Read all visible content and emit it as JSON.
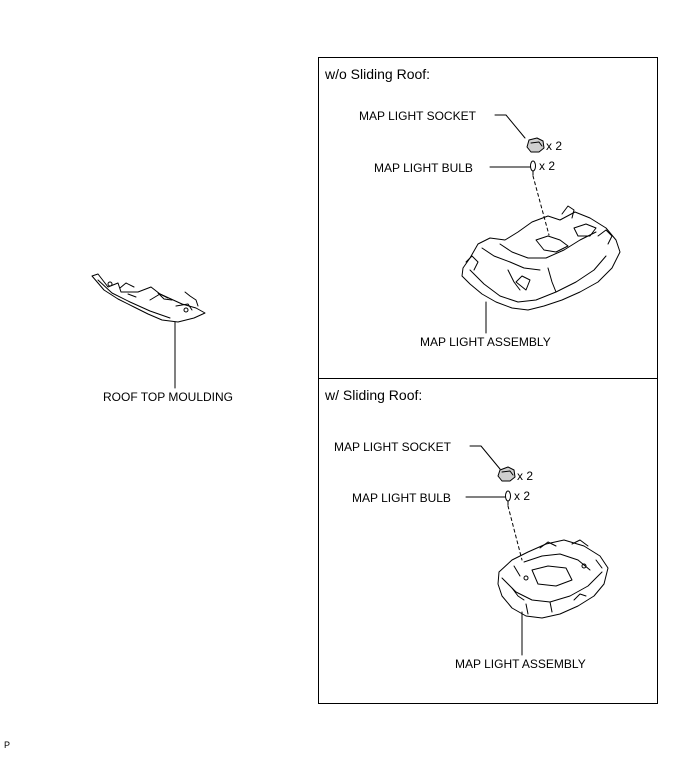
{
  "left": {
    "part_label": "ROOF TOP MOULDING"
  },
  "panel_top": {
    "title": "w/o Sliding Roof:",
    "socket_label": "MAP LIGHT SOCKET",
    "socket_qty": "x 2",
    "bulb_label": "MAP LIGHT BULB",
    "bulb_qty": "x 2",
    "assembly_label": "MAP LIGHT ASSEMBLY"
  },
  "panel_bottom": {
    "title": "w/ Sliding Roof:",
    "socket_label": "MAP LIGHT SOCKET",
    "socket_qty": "x 2",
    "bulb_label": "MAP LIGHT BULB",
    "bulb_qty": "x 2",
    "assembly_label": "MAP LIGHT ASSEMBLY"
  },
  "footer": {
    "code": "P"
  }
}
